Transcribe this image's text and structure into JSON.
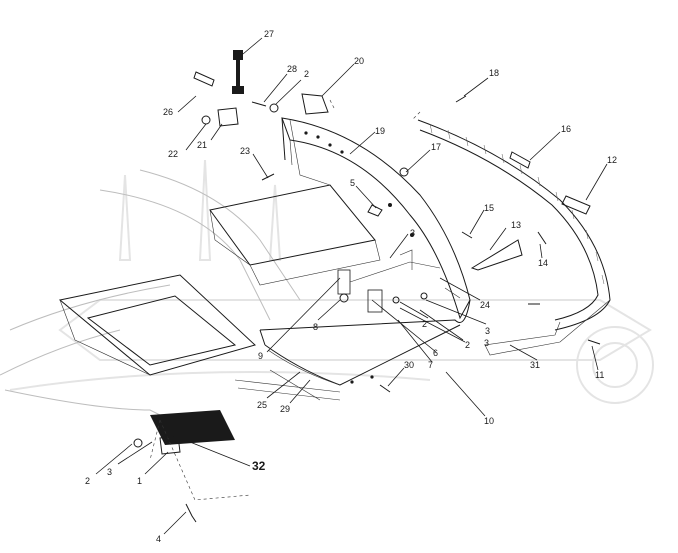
{
  "labels": {
    "l27": "27",
    "l28": "28",
    "l2a": "2",
    "l20": "20",
    "l18": "18",
    "l26": "26",
    "l22": "22",
    "l21": "21",
    "l19": "19",
    "l16": "16",
    "l23": "23",
    "l17": "17",
    "l12": "12",
    "l5": "5",
    "l15": "15",
    "l3a": "3",
    "l13": "13",
    "l14": "14",
    "l24": "24",
    "l8": "8",
    "l2b": "2",
    "l3b": "3",
    "l3c": "3",
    "l9": "9",
    "l6": "6",
    "l2c": "2",
    "l7": "7",
    "l31": "31",
    "l25": "25",
    "l29": "29",
    "l30": "30",
    "l11": "11",
    "l10": "10",
    "l32": "32",
    "l2d": "2",
    "l3d": "3",
    "l1": "1",
    "l4": "4"
  }
}
